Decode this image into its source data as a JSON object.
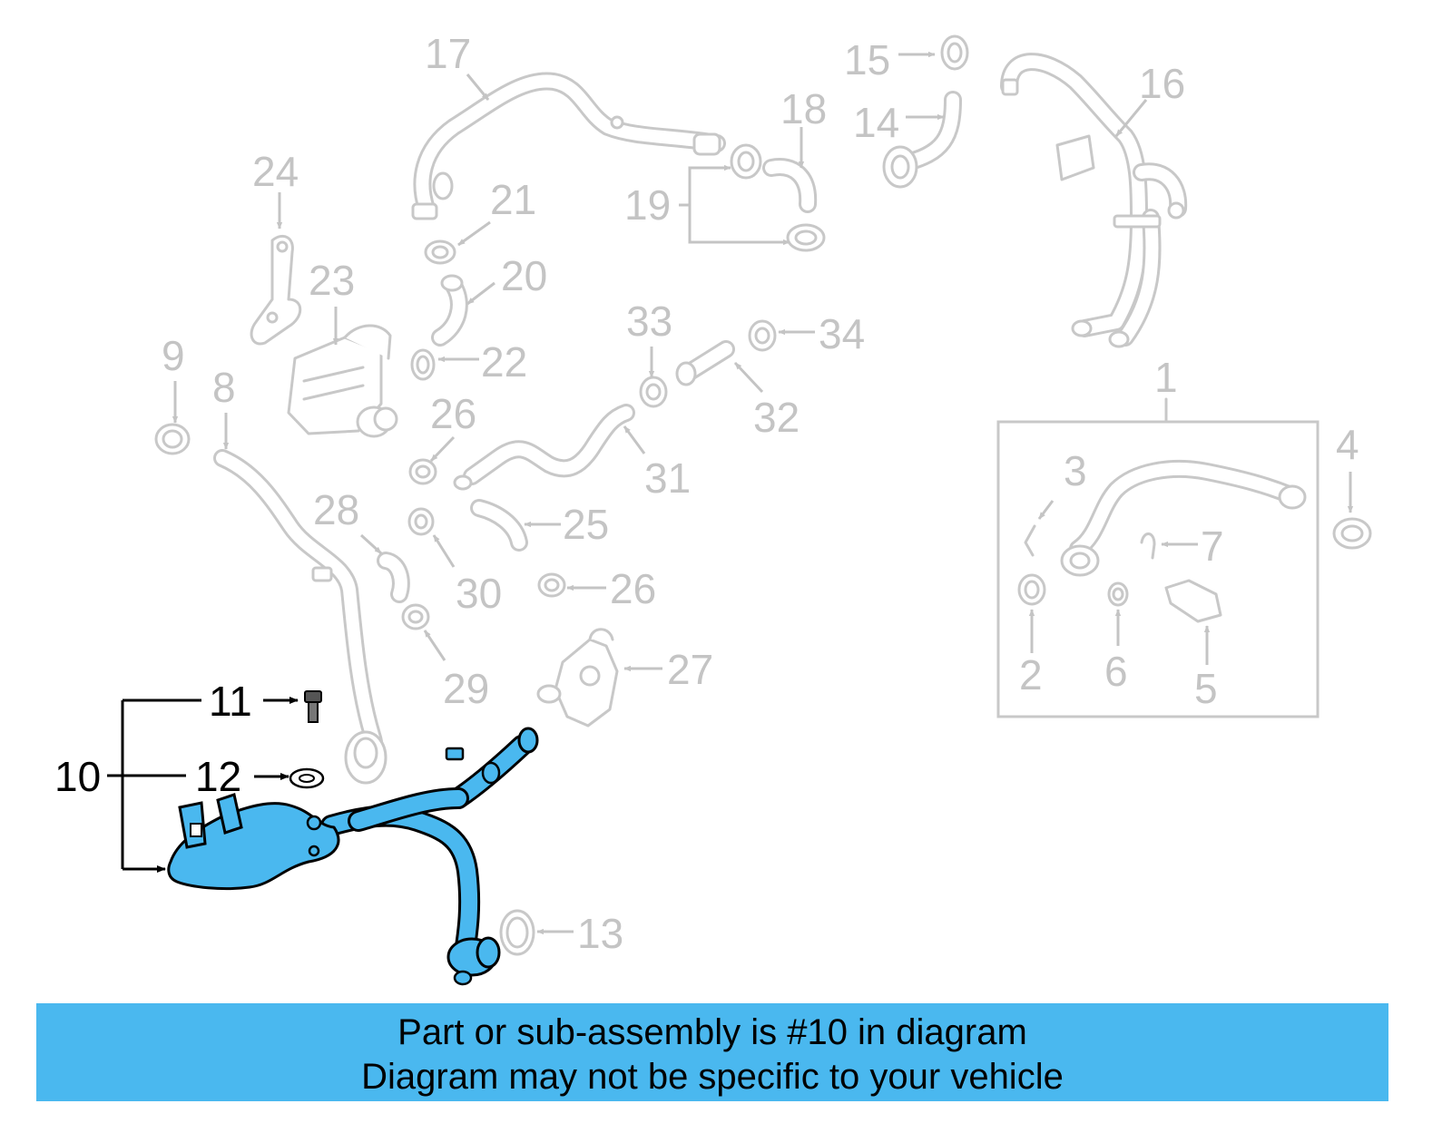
{
  "callouts": {
    "c1": "1",
    "c2": "2",
    "c3": "3",
    "c4": "4",
    "c5": "5",
    "c6": "6",
    "c7": "7",
    "c8": "8",
    "c9": "9",
    "c10": "10",
    "c11": "11",
    "c12": "12",
    "c13": "13",
    "c14": "14",
    "c15": "15",
    "c16": "16",
    "c17": "17",
    "c18": "18",
    "c19": "19",
    "c20": "20",
    "c21": "21",
    "c22": "22",
    "c23": "23",
    "c24": "24",
    "c25": "25",
    "c26": "26",
    "c27": "27",
    "c28": "28",
    "c29": "29",
    "c30": "30",
    "c31": "31",
    "c32": "32",
    "c33": "33",
    "c34": "34"
  },
  "highlight": {
    "part": "10",
    "color": "#4ab8ef"
  },
  "banner": {
    "line1": "Part or sub-assembly is #10 in diagram",
    "line2": "Diagram may not be specific to your vehicle",
    "color": "#4ab8ef"
  }
}
